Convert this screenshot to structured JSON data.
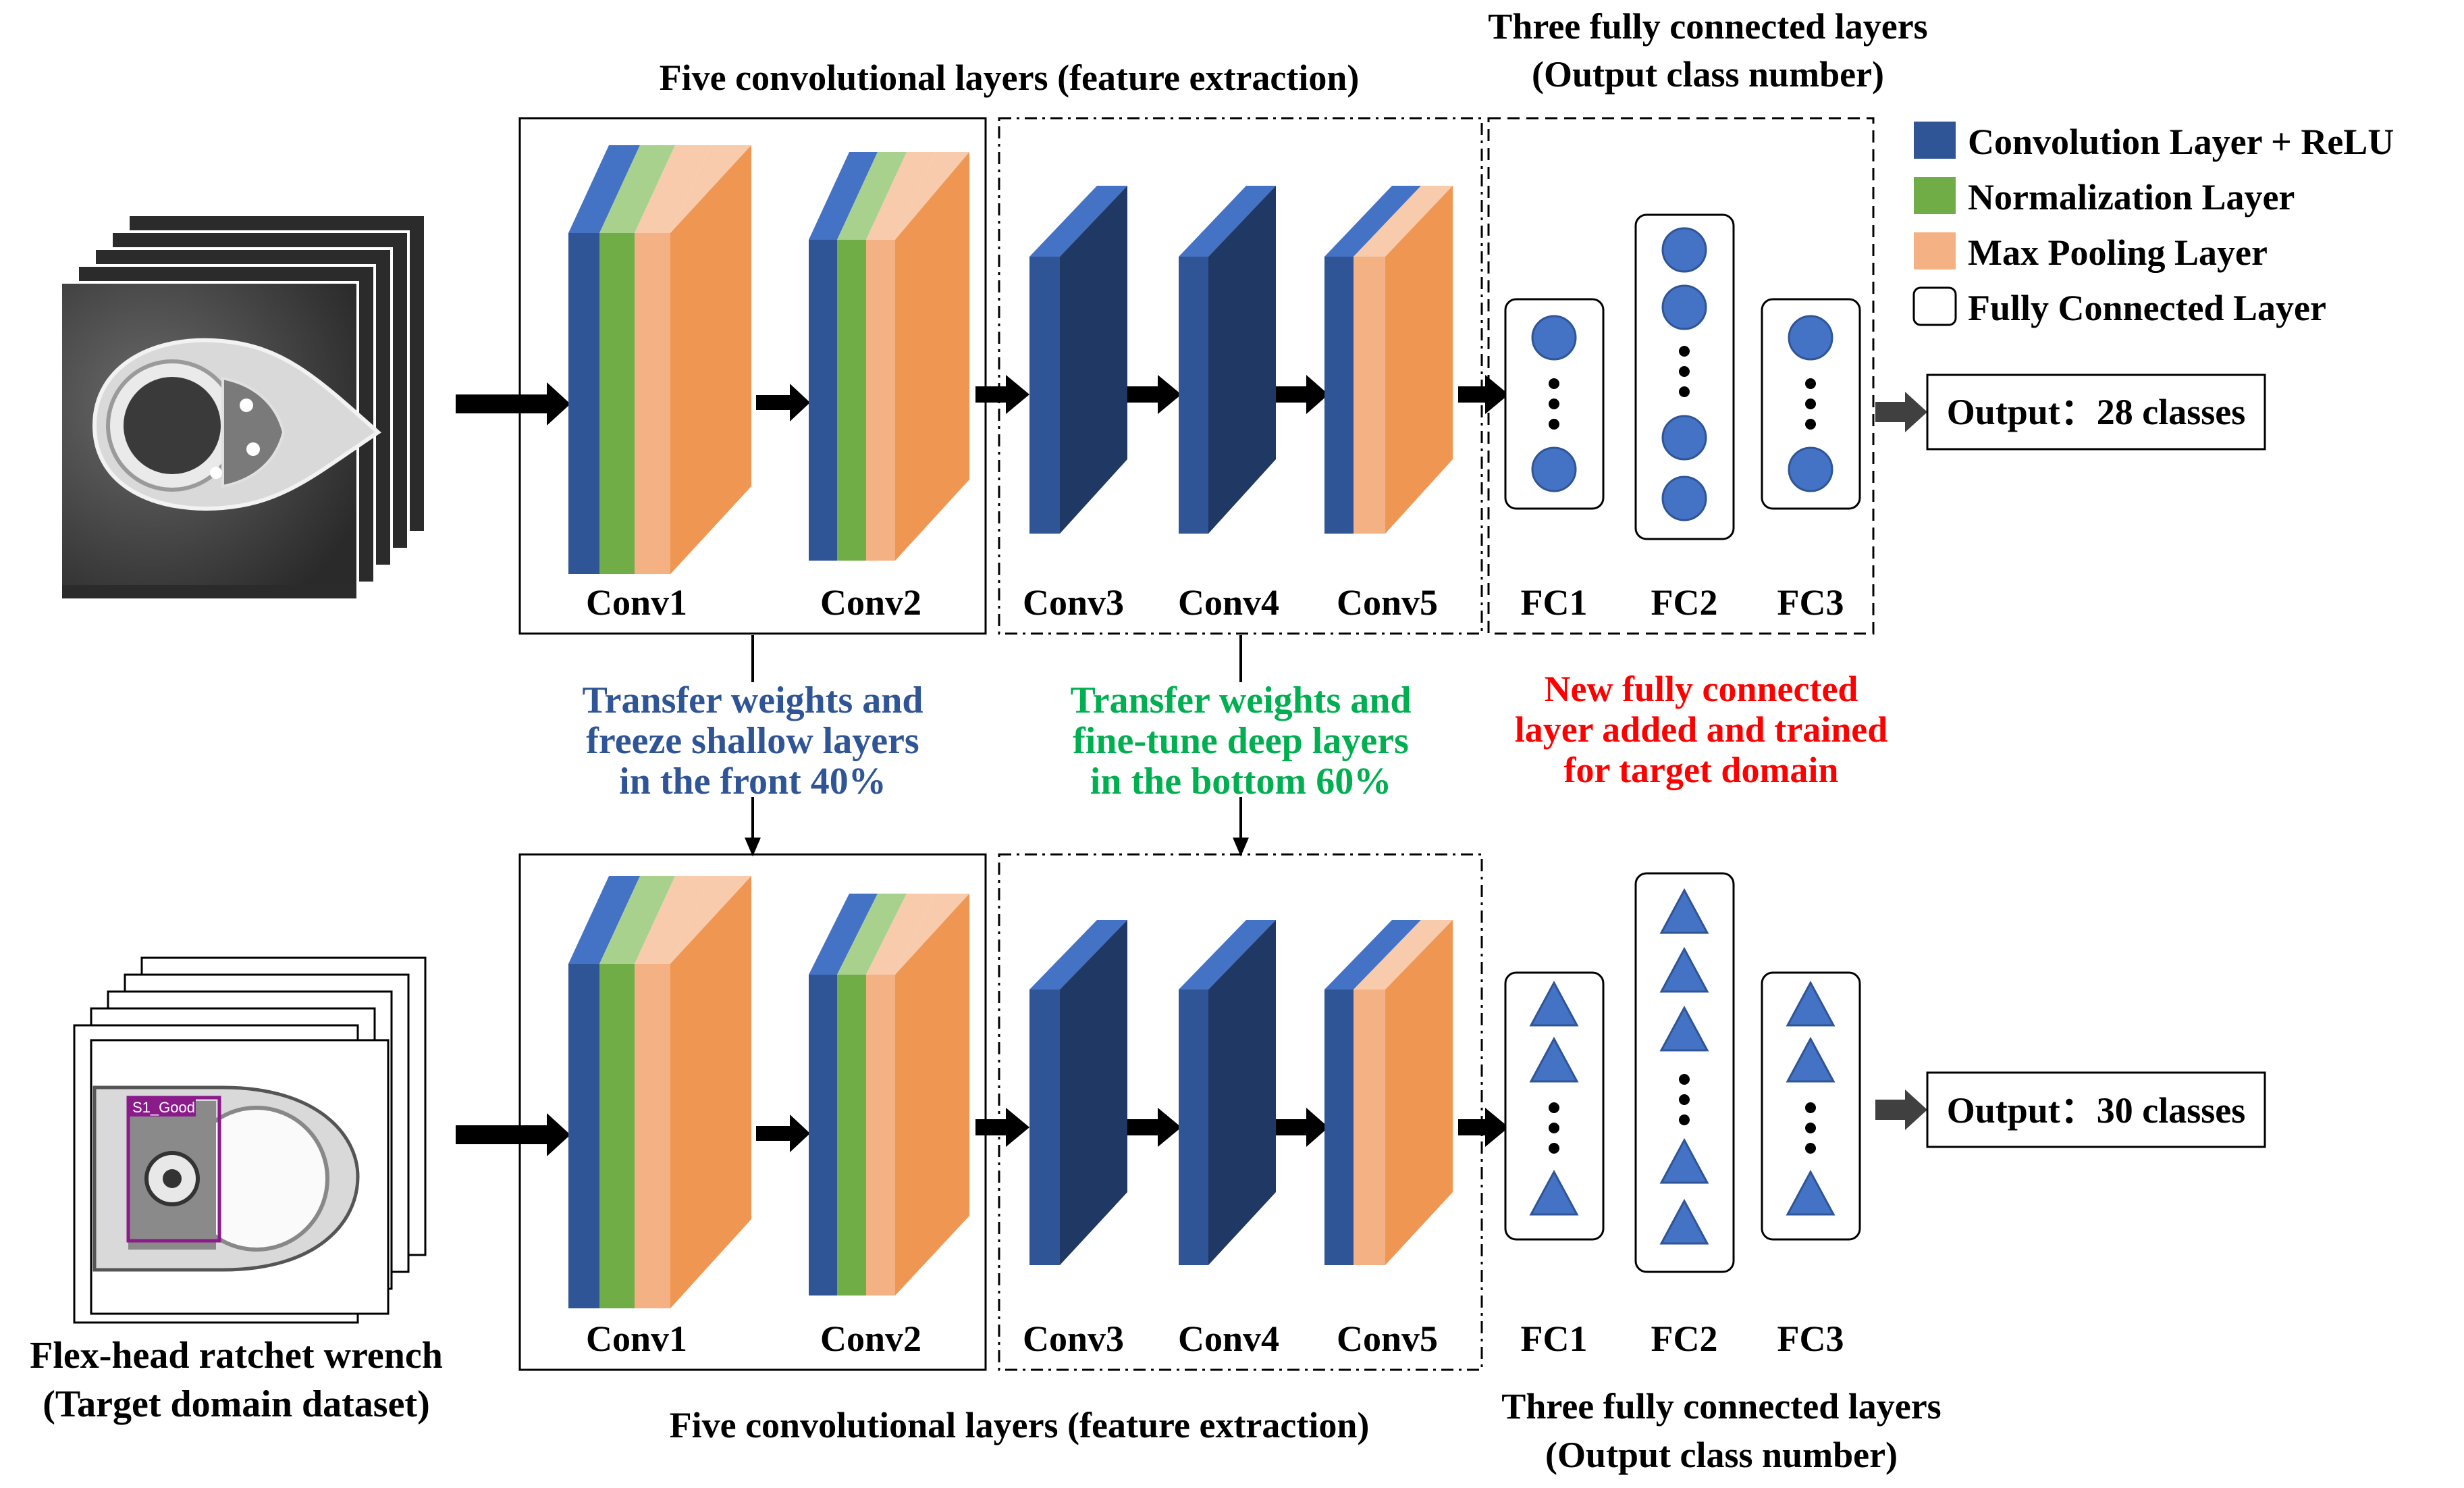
{
  "colors": {
    "conv": "#2F5597",
    "conv_dark": "#203864",
    "conv_top": "#4472C4",
    "norm": "#70AD47",
    "norm_top": "#A9D18E",
    "pool": "#F4B183",
    "pool_front": "#F09653",
    "pool_top": "#F8CBAD",
    "node_fill": "#4472C4",
    "blue_text": "#2F5597",
    "green_text": "#00B050",
    "red_text": "#FF0000",
    "black": "#000000"
  },
  "top": {
    "conv_section_title": "Five convolutional layers (feature extraction)",
    "fc_section_title_line1": "Three fully connected layers",
    "fc_section_title_line2": "(Output class number)",
    "layers": [
      "Conv1",
      "Conv2",
      "Conv3",
      "Conv4",
      "Conv5",
      "FC1",
      "FC2",
      "FC3"
    ],
    "output": "Output：28 classes",
    "fc_node_shape": "circle"
  },
  "bottom": {
    "conv_section_title": "Five convolutional layers (feature extraction)",
    "fc_section_title_line1": "Three fully connected layers",
    "fc_section_title_line2": "(Output class number)",
    "layers": [
      "Conv1",
      "Conv2",
      "Conv3",
      "Conv4",
      "Conv5",
      "FC1",
      "FC2",
      "FC3"
    ],
    "output": "Output：30 classes",
    "fc_node_shape": "triangle",
    "image_tag": "S1_Good"
  },
  "transfer": {
    "shallow": [
      "Transfer weights and",
      "freeze shallow layers",
      "in the front 40%"
    ],
    "deep": [
      "Transfer weights and",
      "fine-tune deep layers",
      "in the bottom 60%"
    ],
    "new_fc": [
      "New fully connected",
      "layer added and trained",
      "for target domain"
    ]
  },
  "dataset_caption": [
    "Flex-head ratchet wrench",
    "(Target domain dataset)"
  ],
  "legend": [
    {
      "label": "Convolution Layer + ReLU",
      "color": "#2F5597"
    },
    {
      "label": "Normalization Layer",
      "color": "#70AD47"
    },
    {
      "label": "Max Pooling Layer",
      "color": "#F4B183"
    },
    {
      "label": "Fully Connected Layer",
      "color": "#FFFFFF"
    }
  ]
}
